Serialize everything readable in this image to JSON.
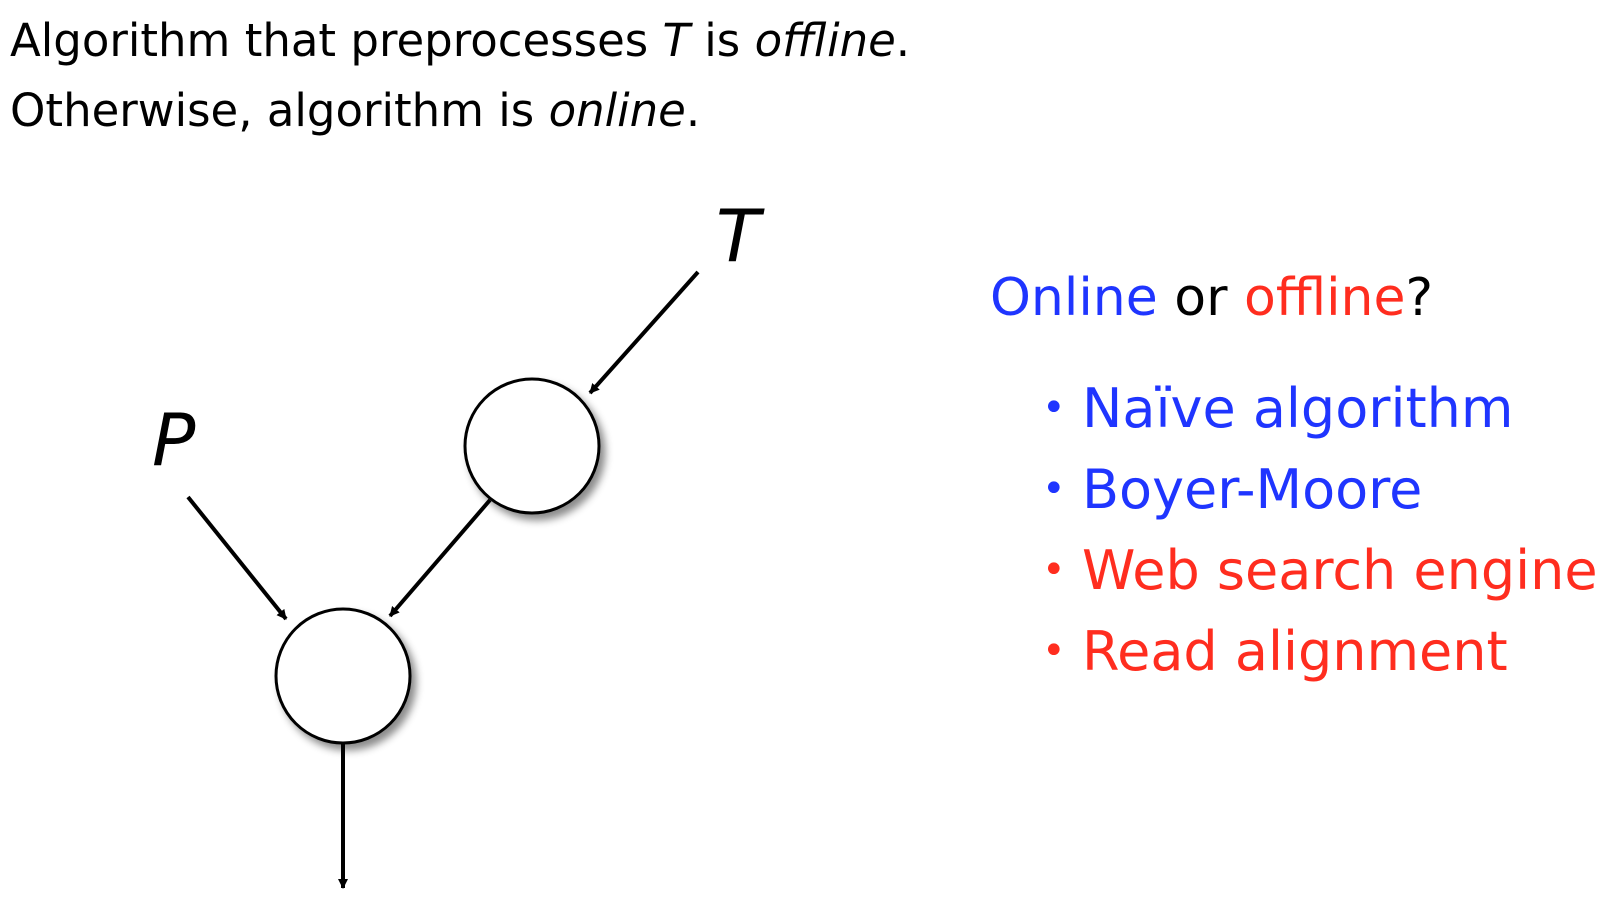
{
  "intro": {
    "line1": {
      "prefix": "Algorithm that preprocesses ",
      "var": "T",
      "middle": " is ",
      "term": "offline",
      "suffix": "."
    },
    "line2": {
      "prefix": "Otherwise, algorithm is ",
      "term": "online",
      "suffix": "."
    }
  },
  "diagram": {
    "label_t": "T",
    "label_p": "P"
  },
  "question": {
    "online": "Online",
    "or": " or ",
    "offline": "offline",
    "qmark": "?"
  },
  "examples": [
    {
      "label": "Naïve algorithm",
      "category": "online"
    },
    {
      "label": "Boyer-Moore",
      "category": "online"
    },
    {
      "label": "Web search engine",
      "category": "offline"
    },
    {
      "label": "Read alignment",
      "category": "offline"
    }
  ],
  "colors": {
    "online": "#1f35ff",
    "offline": "#ff2d1f",
    "text": "#000000"
  }
}
